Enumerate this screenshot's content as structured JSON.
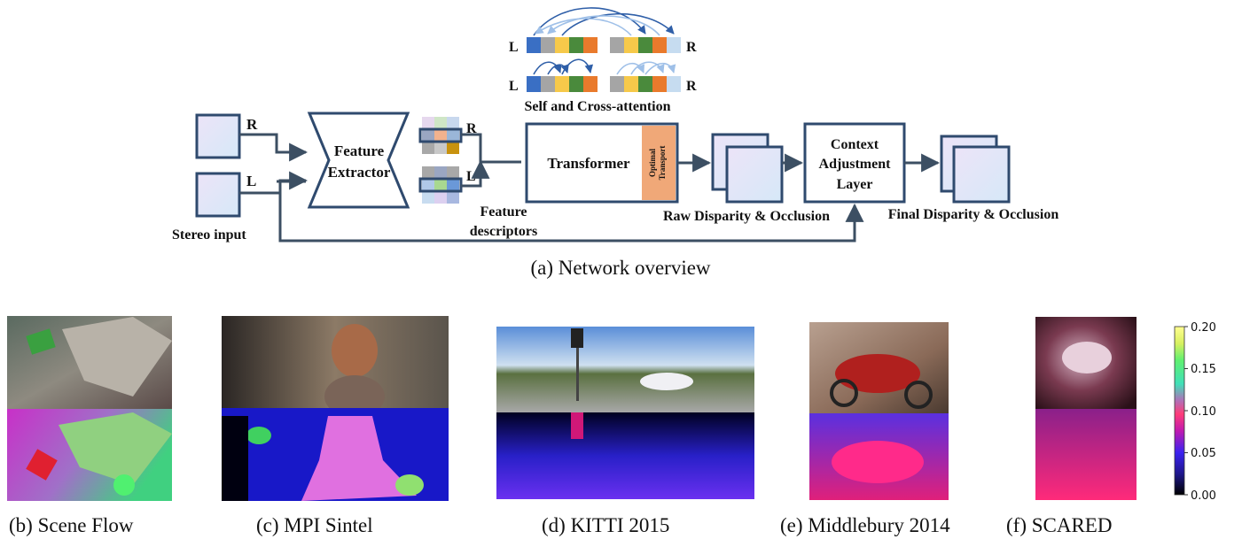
{
  "network": {
    "stereo_input_label": "Stereo input",
    "right_label": "R",
    "left_label": "L",
    "feature_extractor": [
      "Feature",
      "Extractor"
    ],
    "feature_descriptors": [
      "Feature",
      "descriptors"
    ],
    "transformer_label": "Transformer",
    "optimal_transport": [
      "Optimal",
      "Transport"
    ],
    "attention_label": "Self and Cross-attention",
    "raw_output_label": "Raw Disparity & Occlusion",
    "context_adjustment": [
      "Context",
      "Adjustment",
      "Layer"
    ],
    "final_output_label": "Final Disparity & Occlusion",
    "caption": "(a) Network overview"
  },
  "datasets": [
    {
      "caption": "(b) Scene Flow"
    },
    {
      "caption": "(c) MPI Sintel"
    },
    {
      "caption": "(d) KITTI 2015"
    },
    {
      "caption": "(e) Middlebury 2014"
    },
    {
      "caption": "(f) SCARED"
    }
  ],
  "colorbar": {
    "ticks": [
      "0.20",
      "0.15",
      "0.10",
      "0.05",
      "0.00"
    ]
  },
  "colors": {
    "box_stroke": "#2f4a6e",
    "arrow": "#3c4f63",
    "optimal_transport_fill": "#f0a878",
    "token_blue": "#3a6fc4",
    "token_gray": "#a5a5a5",
    "token_yellow": "#f6c94a",
    "token_green": "#4a8a3c",
    "token_orange": "#e97a2c",
    "token_light_blue": "#c6dcf0"
  }
}
